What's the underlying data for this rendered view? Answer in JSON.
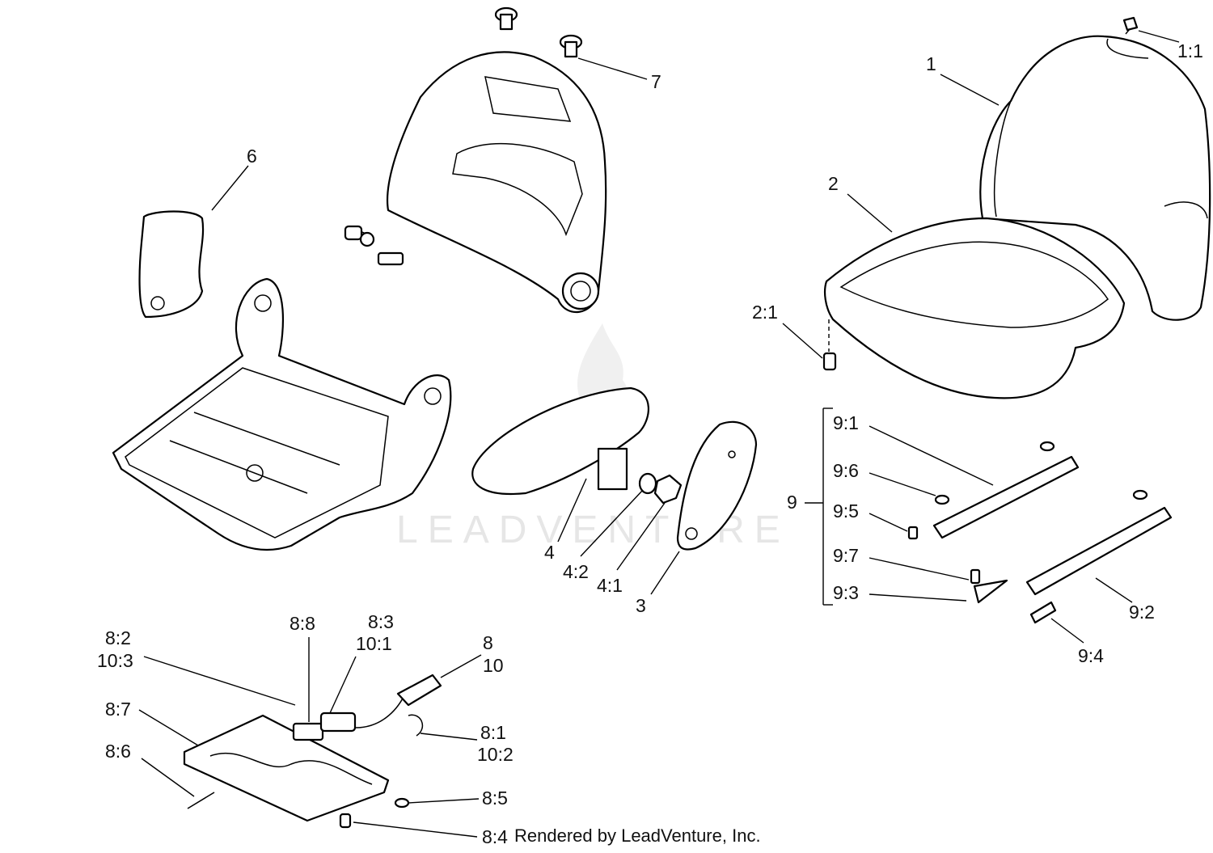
{
  "diagram": {
    "watermark": "LEADVENTURE",
    "footer": "Rendered by LeadVenture, Inc.",
    "callouts": {
      "c1": "1",
      "c1_1": "1:1",
      "c2": "2",
      "c2_1": "2:1",
      "c3": "3",
      "c4": "4",
      "c4_1": "4:1",
      "c4_2": "4:2",
      "c6": "6",
      "c7": "7",
      "c8": "8",
      "c10": "10",
      "c8_1": "8:1",
      "c10_2": "10:2",
      "c8_2": "8:2",
      "c10_3": "10:3",
      "c8_3": "8:3",
      "c10_1": "10:1",
      "c8_4": "8:4",
      "c8_5": "8:5",
      "c8_6": "8:6",
      "c8_7": "8:7",
      "c8_8": "8:8",
      "c9": "9",
      "c9_1": "9:1",
      "c9_2": "9:2",
      "c9_3": "9:3",
      "c9_4": "9:4",
      "c9_5": "9:5",
      "c9_6": "9:6",
      "c9_7": "9:7"
    }
  }
}
